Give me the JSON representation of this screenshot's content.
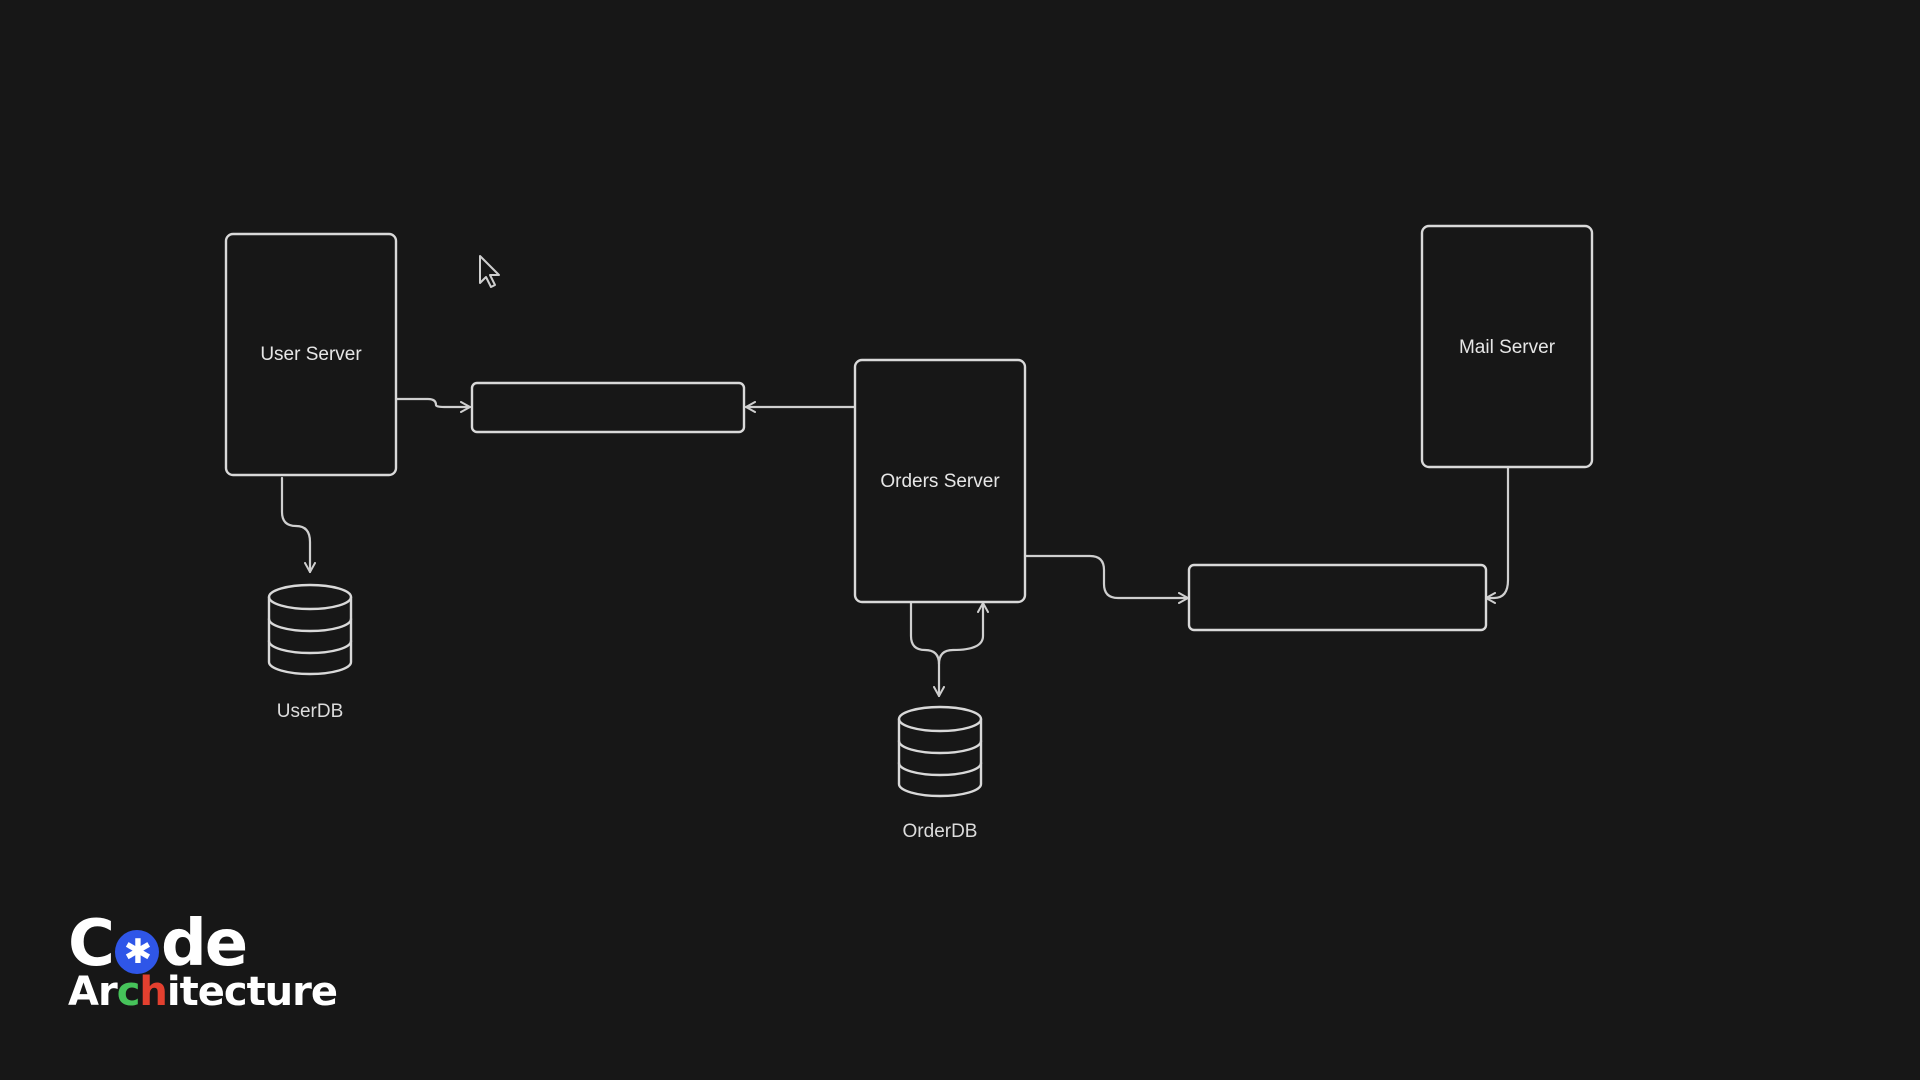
{
  "diagram": {
    "nodes": [
      {
        "id": "user-server",
        "kind": "server",
        "label": "User Server"
      },
      {
        "id": "queue-1",
        "kind": "queue",
        "label": ""
      },
      {
        "id": "orders-server",
        "kind": "server",
        "label": "Orders Server"
      },
      {
        "id": "mail-server",
        "kind": "server",
        "label": "Mail Server"
      },
      {
        "id": "queue-2",
        "kind": "queue",
        "label": ""
      },
      {
        "id": "user-db",
        "kind": "database",
        "label": "UserDB"
      },
      {
        "id": "order-db",
        "kind": "database",
        "label": "OrderDB"
      }
    ],
    "edges": [
      {
        "from": "user-server",
        "to": "queue-1"
      },
      {
        "from": "orders-server",
        "to": "queue-1"
      },
      {
        "from": "user-server",
        "to": "user-db"
      },
      {
        "from": "orders-server",
        "to": "order-db"
      },
      {
        "from": "order-db",
        "to": "orders-server"
      },
      {
        "from": "orders-server",
        "to": "queue-2"
      },
      {
        "from": "mail-server",
        "to": "queue-2"
      }
    ]
  },
  "logo": {
    "line1_pre": "C",
    "line1_icon": "asterisk-icon",
    "line1_post": "de",
    "line2_pre": "Ar",
    "line2_c": "c",
    "line2_h": "h",
    "line2_post": "itecture",
    "brand_blue": "#2f56e8",
    "accent_red": "#e3402f",
    "accent_green": "#46c35a"
  },
  "cursor": {
    "icon": "mouse-pointer-icon"
  },
  "colors": {
    "background": "#171717",
    "stroke": "#d9d9d9"
  }
}
